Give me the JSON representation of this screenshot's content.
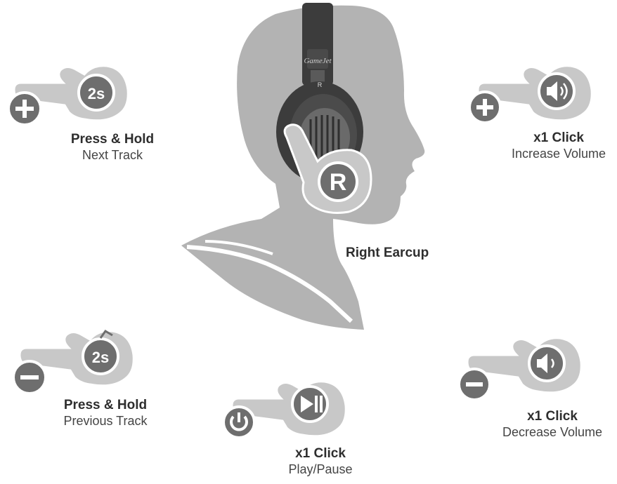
{
  "head": {
    "brand": "GameJet",
    "earcup_letter": "R",
    "earcup_label": "Right Earcup"
  },
  "controls": {
    "next_track": {
      "action": "Press & Hold",
      "function": "Next Track",
      "button": "+",
      "badge": "2s"
    },
    "previous_track": {
      "action": "Press & Hold",
      "function": "Previous Track",
      "button": "−",
      "badge": "2s"
    },
    "play_pause": {
      "action": "x1 Click",
      "function": "Play/Pause",
      "button": "power",
      "badge": "play-pause"
    },
    "increase_volume": {
      "action": "x1 Click",
      "function": "Increase Volume",
      "button": "+",
      "badge": "speaker-loud"
    },
    "decrease_volume": {
      "action": "x1 Click",
      "function": "Decrease Volume",
      "button": "−",
      "badge": "speaker-quiet"
    }
  },
  "colors": {
    "silhouette": "#b3b3b3",
    "hand": "#c8c8c8",
    "badge": "#6e6e6e",
    "headphone": "#3c3c3c",
    "text": "#333333"
  }
}
